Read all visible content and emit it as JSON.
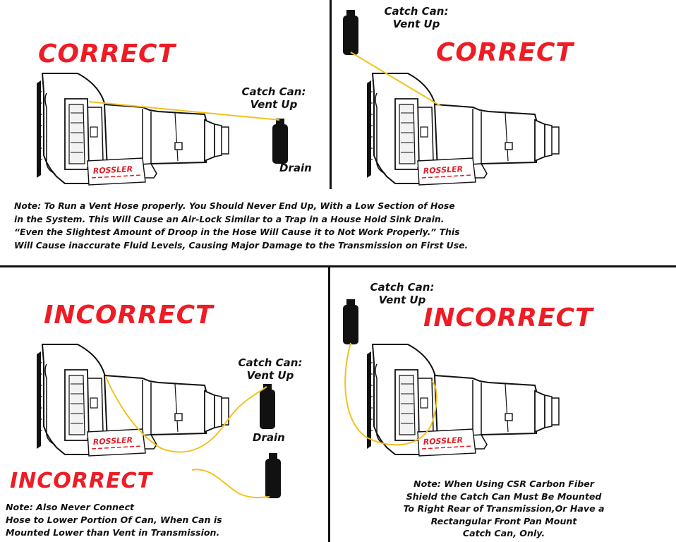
{
  "panels": {
    "top_left": {
      "heading": "CORRECT",
      "catch_can_label_1": "Catch Can:",
      "catch_can_label_2": "Vent Up",
      "drain_label": "Drain"
    },
    "top_right": {
      "heading": "CORRECT",
      "catch_can_label_1": "Catch Can:",
      "catch_can_label_2": "Vent Up"
    },
    "bottom_left": {
      "heading": "INCORRECT",
      "heading_2": "INCORRECT",
      "catch_can_label_1": "Catch Can:",
      "catch_can_label_2": "Vent Up",
      "drain_label": "Drain",
      "note_lines": [
        "Note: Also Never Connect",
        "Hose to Lower Portion Of Can, When Can is",
        "Mounted Lower than Vent in Transmission."
      ]
    },
    "bottom_right": {
      "heading": "INCORRECT",
      "catch_can_label_1": "Catch Can:",
      "catch_can_label_2": "Vent Up",
      "note_lines": [
        "Note: When Using CSR Carbon Fiber",
        "Shield the Catch Can Must Be Mounted",
        "To Right Rear of Transmission,Or Have a",
        "Rectangular Front Pan Mount",
        "Catch Can, Only."
      ]
    }
  },
  "main_note": {
    "lines": [
      "Note: To Run a Vent Hose properly. You Should Never End Up, With a Low Section of Hose",
      "in the System. This Will Cause an Air-Lock Similar to a Trap in a House Hold Sink Drain.",
      "“Even the Slightest Amount of Droop in the Hose Will Cause it to Not Work Properly.” This",
      "Will Cause inaccurate Fluid Levels, Causing Major Damage to the Transmission on First Use."
    ]
  },
  "brand_badge": "ROSSLER",
  "colors": {
    "heading_red": "#ee1c25",
    "hose_yellow": "#f2c21b",
    "ink": "#111111"
  }
}
